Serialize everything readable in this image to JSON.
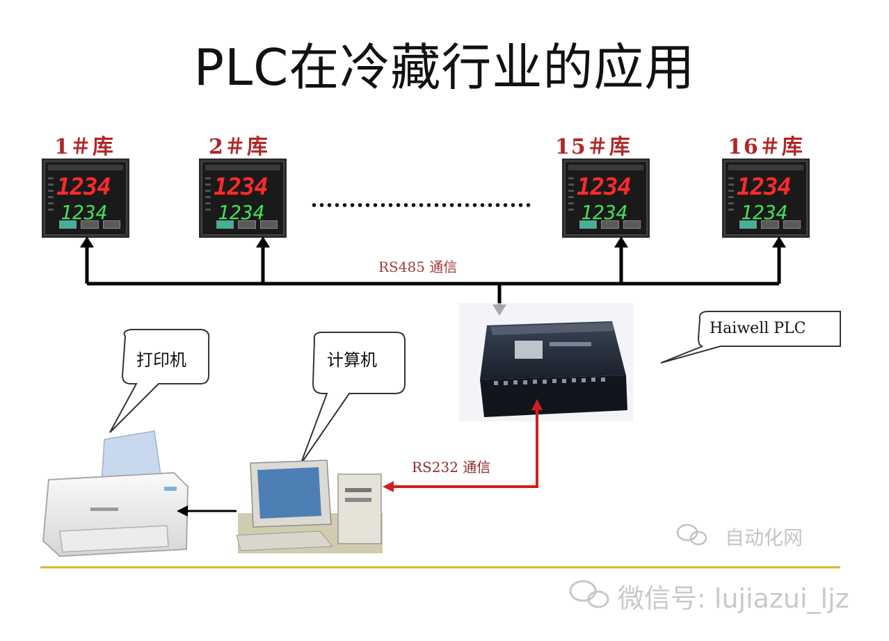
{
  "title": "PLC在冷藏行业的应用",
  "rooms": [
    {
      "label": "1＃库",
      "pv": "1234",
      "sv": "1234"
    },
    {
      "label": "2＃库",
      "pv": "1234",
      "sv": "1234"
    },
    {
      "label": "15＃库",
      "pv": "1234",
      "sv": "1234"
    },
    {
      "label": "16＃库",
      "pv": "1234",
      "sv": "1234"
    }
  ],
  "links": {
    "rs485": "RS485 通信",
    "rs232": "RS232 通信"
  },
  "callouts": {
    "printer": "打印机",
    "computer": "计算机",
    "plc": "Haiwell PLC"
  },
  "watermarks": {
    "site": "自动化网",
    "wechat": "微信号: lujiazui_ljz"
  },
  "colors": {
    "room_label": "#b02626",
    "rs232_line": "#d41e1e",
    "bus_line": "#000000",
    "footer_line": "#e0b020"
  }
}
